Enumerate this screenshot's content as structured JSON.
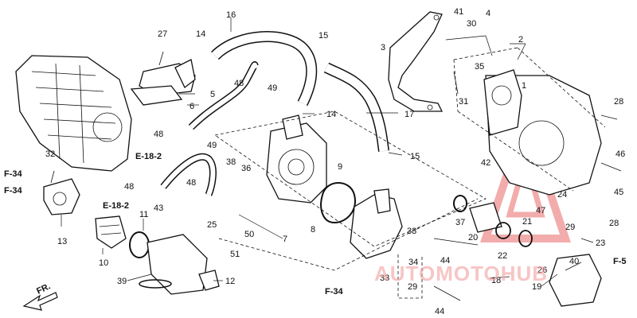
{
  "callouts": {
    "n1": "1",
    "n2": "2",
    "n3": "3",
    "n4": "4",
    "n5": "5",
    "n6": "6",
    "n7": "7",
    "n8": "8",
    "n9": "9",
    "n10": "10",
    "n11": "11",
    "n12": "12",
    "n13": "13",
    "n14a": "14",
    "n14b": "14",
    "n15a": "15",
    "n15b": "15",
    "n16": "16",
    "n17": "17",
    "n18": "18",
    "n19": "19",
    "n20": "20",
    "n21": "21",
    "n22": "22",
    "n23": "23",
    "n24": "24",
    "n25": "25",
    "n26": "26",
    "n27": "27",
    "n28a": "28",
    "n28b": "28",
    "n29": "29",
    "n29b": "29",
    "n30": "30",
    "n31": "31",
    "n32": "32",
    "n33a": "33",
    "n33b": "33",
    "n34": "34",
    "n35": "35",
    "n36": "36",
    "n37": "37",
    "n38": "38",
    "n39": "39",
    "n40": "40",
    "n41": "41",
    "n42": "42",
    "n43": "43",
    "n44a": "44",
    "n44b": "44",
    "n45": "45",
    "n46": "46",
    "n47": "47",
    "n48a": "48",
    "n48b": "48",
    "n48c": "48",
    "n48d": "48",
    "n49a": "49",
    "n49b": "49",
    "n50": "50",
    "n51": "51"
  },
  "refs": {
    "e182a": "E-18-2",
    "e182b": "E-18-2",
    "f34a": "F-34",
    "f34b": "F-34",
    "f34c": "F-34",
    "f5": "F-5",
    "fr": "FR."
  },
  "watermark": {
    "text": "AUTOMOTOHUB",
    "color": "#e86a6a"
  }
}
